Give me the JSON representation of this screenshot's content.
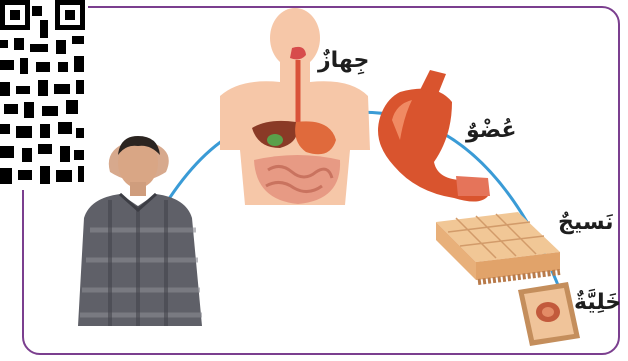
{
  "labels": {
    "system": "جِهازٌ",
    "organ": "عُضْوٌ",
    "tissue": "نَسيجٌ",
    "cell": "خَلِيَّةٌ"
  },
  "colors": {
    "frame": "#7b3f8f",
    "arc": "#3a9bd6",
    "skin": "#f6c7a8",
    "stomach": "#d9542e",
    "tissue": "#f1c796",
    "cell": "#e8b98c",
    "shirt": "#5f6068"
  }
}
